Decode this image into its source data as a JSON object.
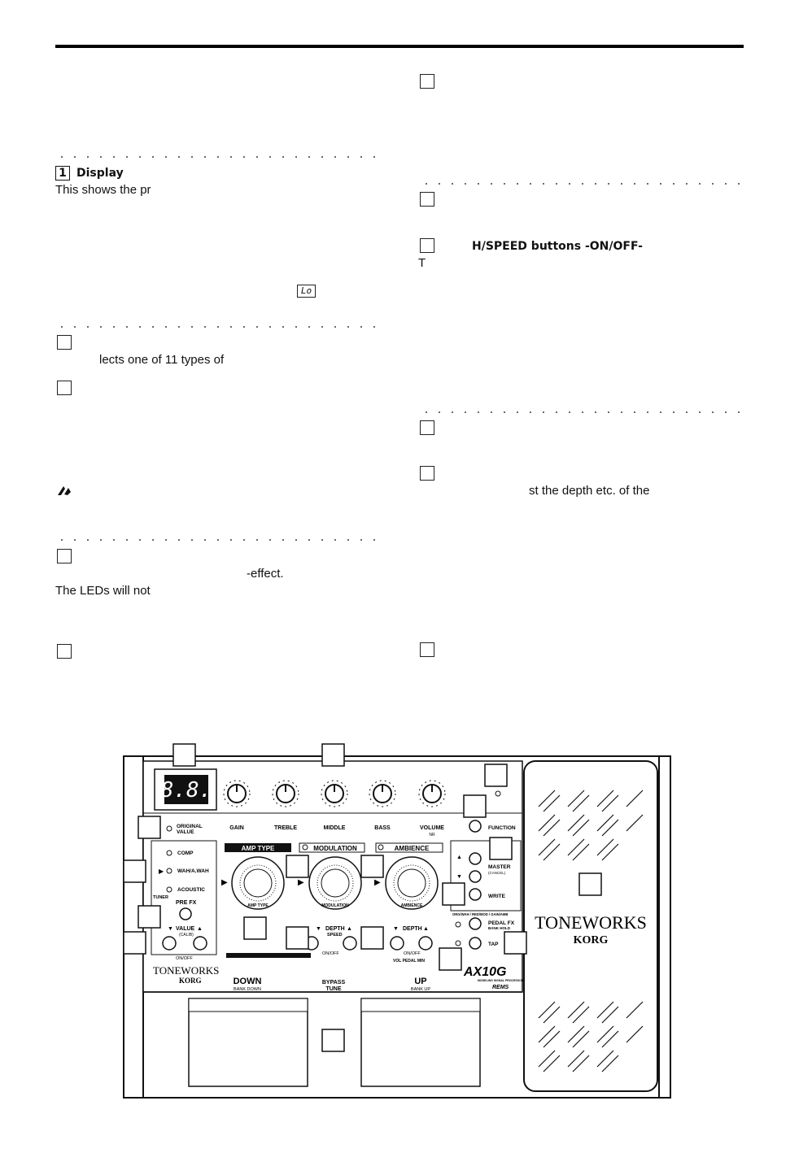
{
  "left_column": {
    "display_heading_number": "1",
    "display_heading": "Display",
    "display_text": "This shows the pr",
    "lcd_indicator": "Lo",
    "amp_type_text": "lects one of 11 types of",
    "effect_text": "-effect.",
    "leds_text": "The LEDs will not"
  },
  "right_column": {
    "buttons_heading": "H/SPEED buttons -ON/OFF-",
    "t_letter": "T",
    "depth_text": "st the depth etc. of the"
  },
  "device": {
    "led_display": "8.8.",
    "knobs": [
      "GAIN",
      "TREBLE",
      "MIDDLE",
      "BASS",
      "VOLUME"
    ],
    "volume_sub": "NR",
    "original_value": [
      "ORIGINAL",
      "VALUE"
    ],
    "function": "FUNCTION",
    "prefx_items": [
      "COMP",
      "WAH/A.WAH",
      "ACOUSTIC"
    ],
    "tuner": "TUNER",
    "pre_fx": "PRE FX",
    "value": "VALUE",
    "calib": "(CALIB)",
    "on_off": "ON/OFF",
    "amp_type": "AMP TYPE",
    "modulation": "MODULATION",
    "ambience": "AMBIENCE",
    "depth": "DEPTH",
    "speed": "SPEED",
    "vol_pedal_min": "VOL PEDAL MIN",
    "master": "MASTER",
    "cancel": "(CANCEL)",
    "write": "WRITE",
    "org_line": "ORG/WAH / RED/MOD / GAIN/AMB",
    "pedal_fx": "PEDAL FX",
    "bank_hold": "BANK HOLD",
    "tap": "TAP",
    "brand_top": "TONEWORKS",
    "brand_korg": "KORG",
    "down": "DOWN",
    "bank_down": "BANK DOWN",
    "bypass": "BYPASS",
    "tune": "TUNE",
    "up": "UP",
    "bank_up": "BANK UP",
    "model": "AX10G",
    "model_sub": "MODELING SIGNAL PROCESSOR",
    "rems": "REMS",
    "dial_amp_label": "AMP TYPE",
    "dial_mod_label": "MODULATION",
    "dial_amb_label": "AMBIENCE"
  }
}
